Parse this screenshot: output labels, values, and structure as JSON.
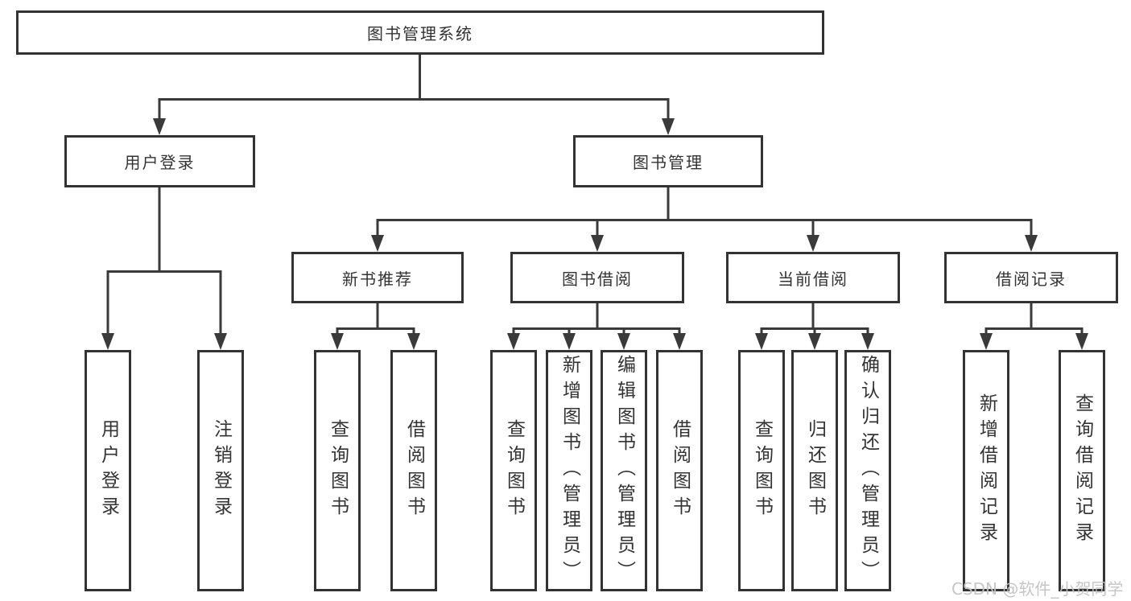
{
  "tree": {
    "root": {
      "label": "图书管理系统",
      "children": [
        {
          "label": "用户登录",
          "children": [
            {
              "label": "用户登录"
            },
            {
              "label": "注销登录"
            }
          ]
        },
        {
          "label": "图书管理",
          "children": [
            {
              "label": "新书推荐",
              "children": [
                {
                  "label": "查询图书"
                },
                {
                  "label": "借阅图书"
                }
              ]
            },
            {
              "label": "图书借阅",
              "children": [
                {
                  "label": "查询图书"
                },
                {
                  "label": "新增图书（管理员）"
                },
                {
                  "label": "编辑图书（管理员）"
                },
                {
                  "label": "借阅图书"
                }
              ]
            },
            {
              "label": "当前借阅",
              "children": [
                {
                  "label": "查询图书"
                },
                {
                  "label": "归还图书"
                },
                {
                  "label": "确认归还（管理员）"
                }
              ]
            },
            {
              "label": "借阅记录",
              "children": [
                {
                  "label": "新增借阅记录"
                },
                {
                  "label": "查询借阅记录"
                }
              ]
            }
          ]
        }
      ]
    }
  },
  "watermark": {
    "text": "CSDN @软件_小贺同学"
  },
  "colors": {
    "line": "#3a3a3a",
    "box_border": "#333333",
    "text": "#333333",
    "background": "#ffffff",
    "watermark": "#c3c3c3"
  }
}
